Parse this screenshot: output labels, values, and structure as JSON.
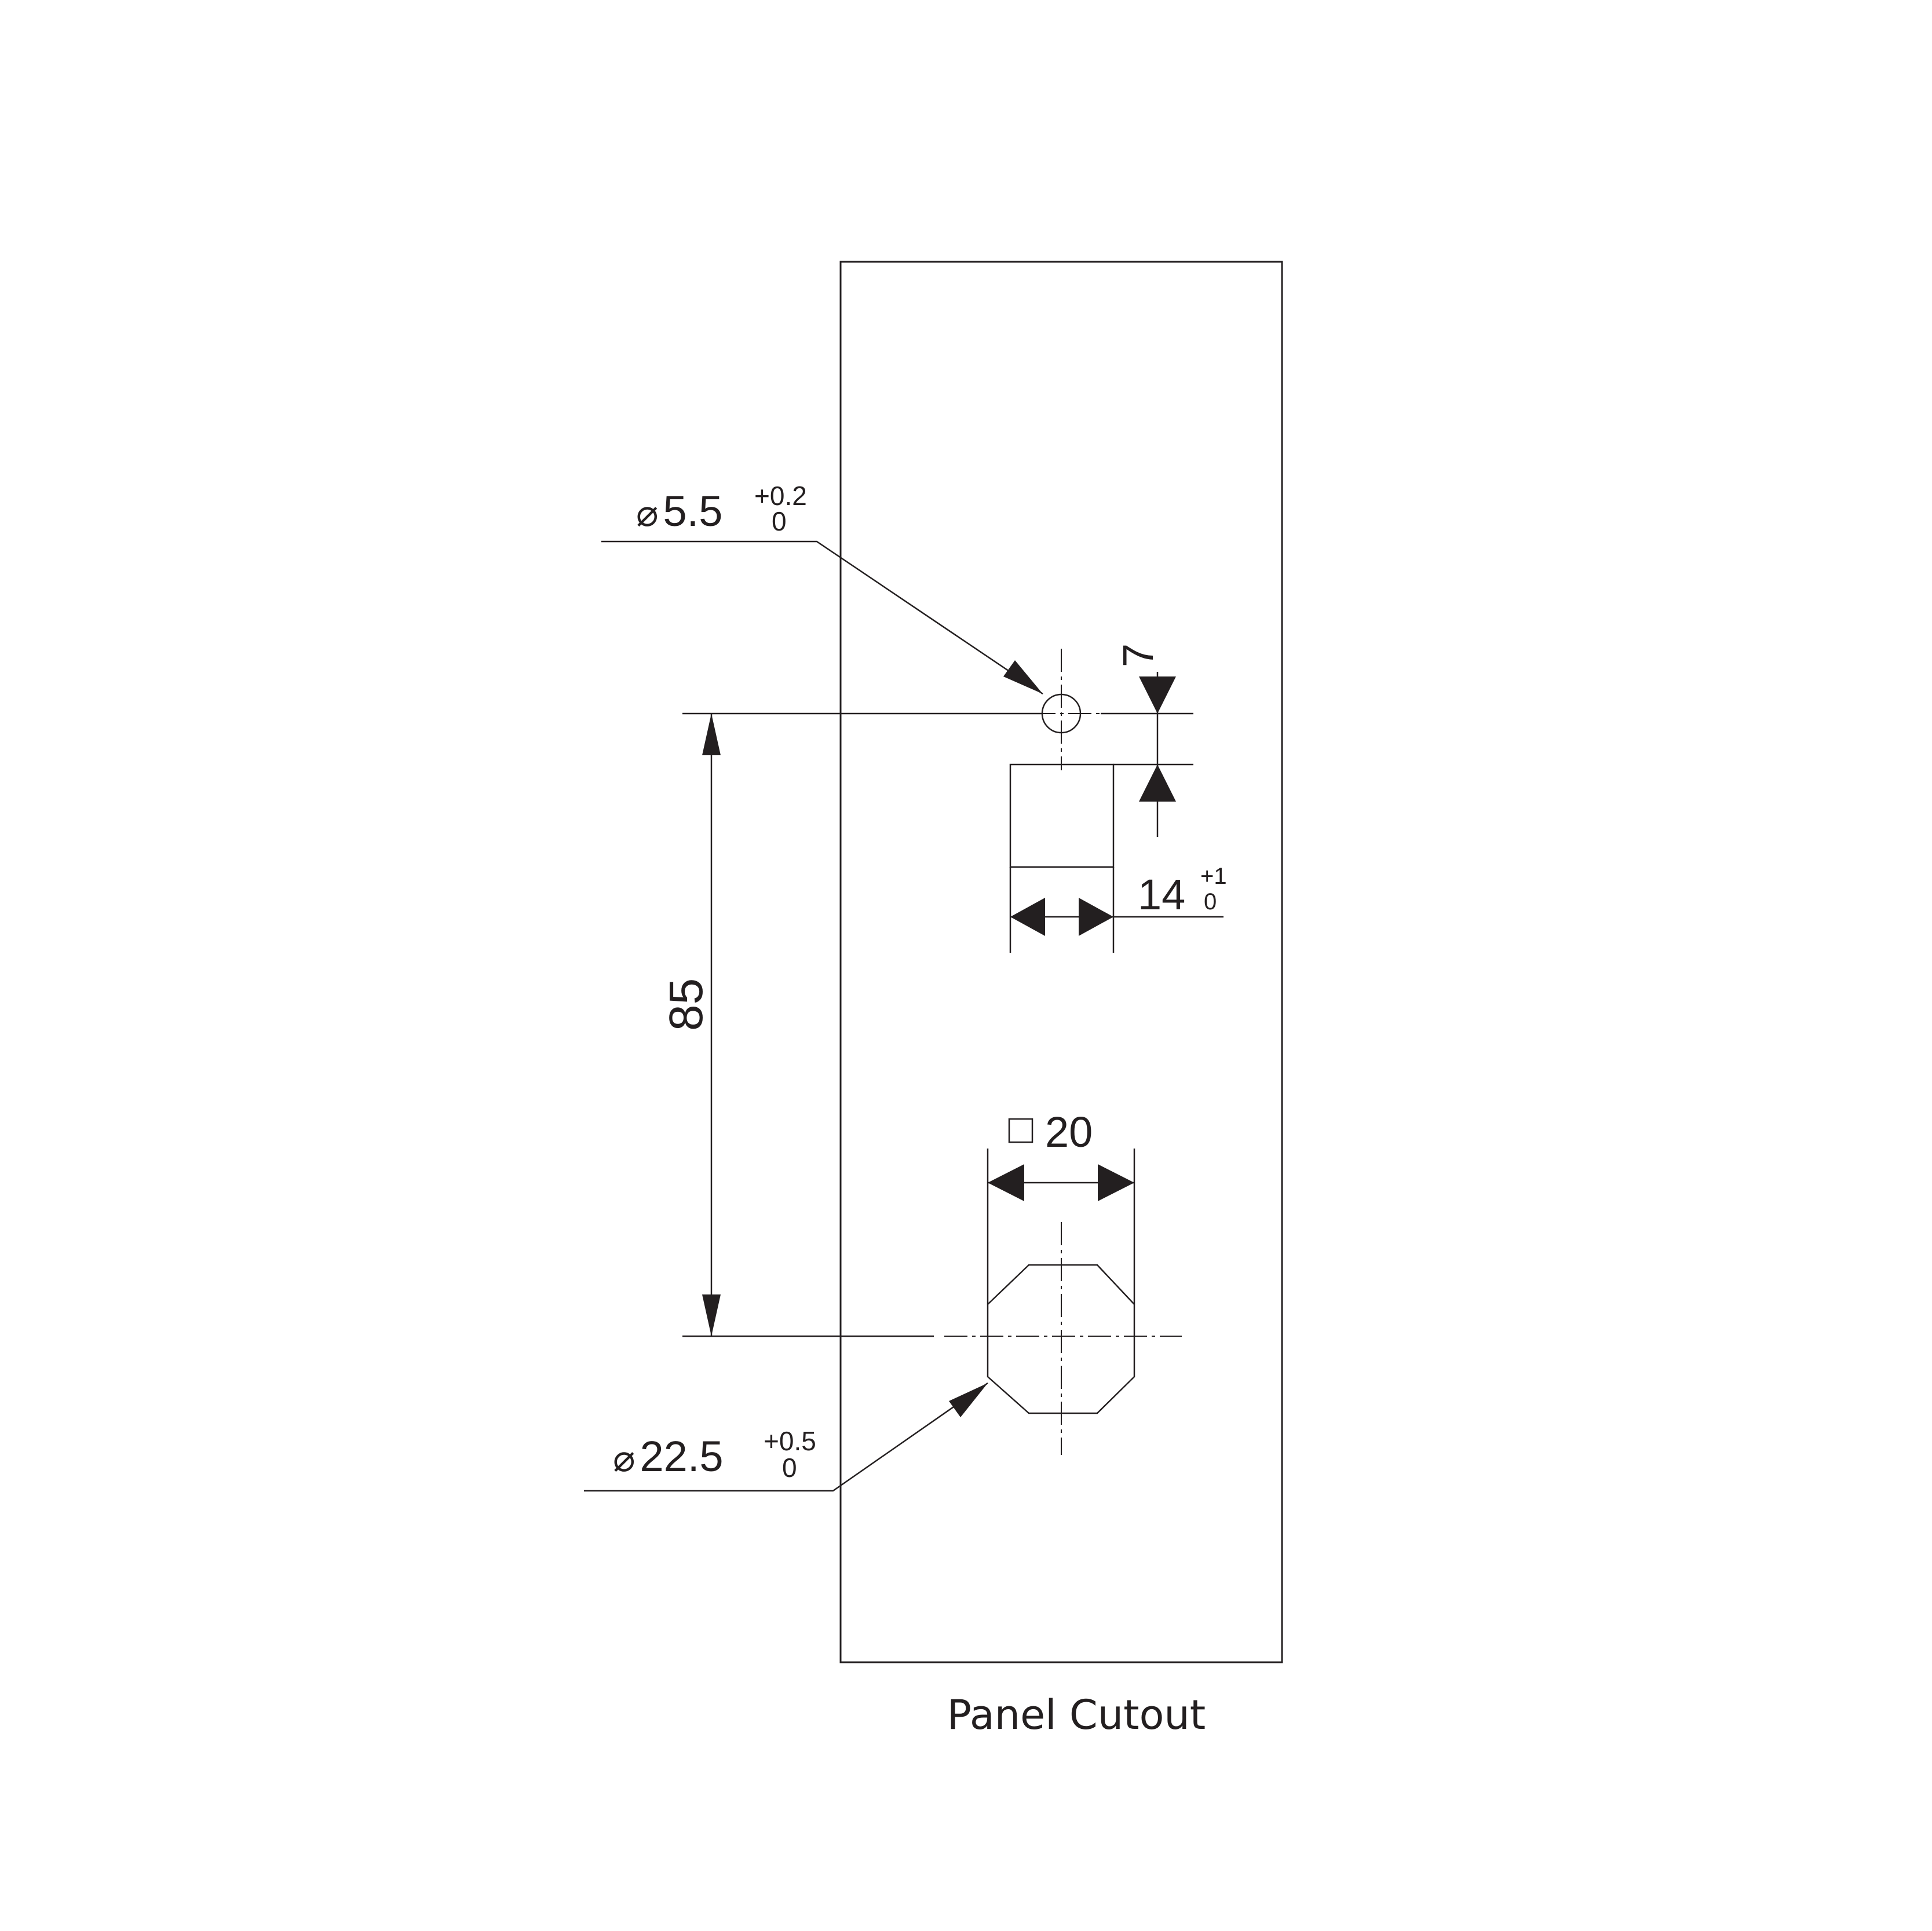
{
  "caption": "Panel Cutout",
  "dims": {
    "small_hole": {
      "symbol": "⌀",
      "value": "5.5",
      "tol_upper": "+0.2",
      "tol_lower": "0"
    },
    "offset": {
      "value": "7"
    },
    "slot_width": {
      "value": "14",
      "tol_upper": "+1",
      "tol_lower": "0"
    },
    "spacing": {
      "value": "85"
    },
    "square": {
      "symbol": "□",
      "value": "20"
    },
    "large_hole": {
      "symbol": "⌀",
      "value": "22.5",
      "tol_upper": "+0.5",
      "tol_lower": "0"
    }
  }
}
